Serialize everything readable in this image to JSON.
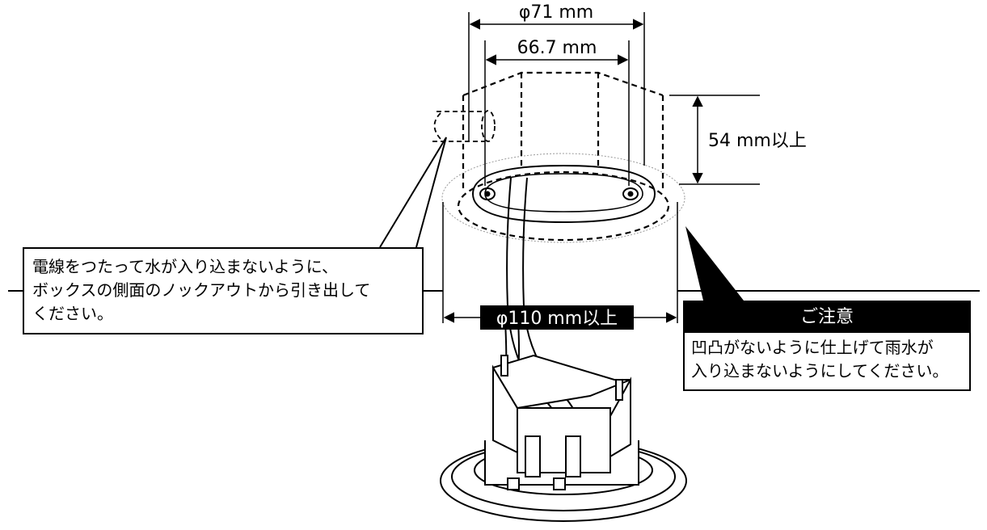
{
  "dimensions": {
    "outer_diameter": "φ71 mm",
    "inner_span": "66.7 mm",
    "depth": "54 mm以上",
    "hole_diameter": "φ110 mm以上"
  },
  "callout": {
    "lines": [
      "電線をつたって水が入り込まないように、",
      "ボックスの側面のノックアウトから引き出して",
      "ください。"
    ]
  },
  "notice": {
    "title": "ご注意",
    "lines": [
      "凹凸がないように仕上げて雨水が",
      "入り込まないようにしてください。"
    ]
  }
}
